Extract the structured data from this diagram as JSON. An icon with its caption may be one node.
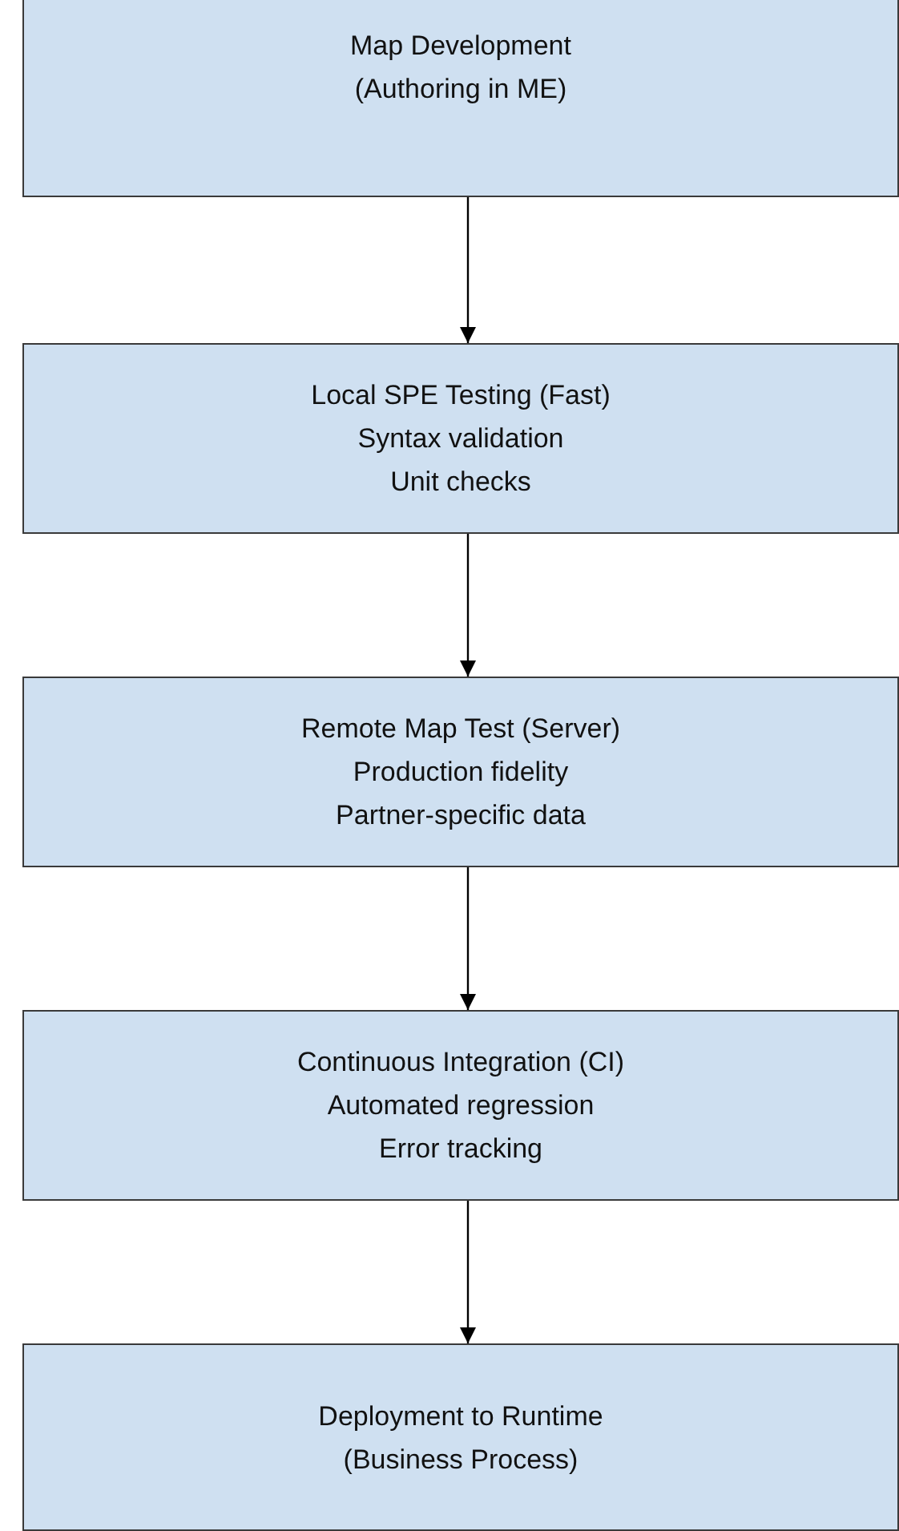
{
  "diagram": {
    "nodes": [
      {
        "text": [
          "Map Development",
          "(Authoring in ME)"
        ]
      },
      {
        "text": [
          "Local SPE Testing (Fast)",
          "Syntax validation",
          "Unit checks"
        ]
      },
      {
        "text": [
          "Remote Map Test (Server)",
          "Production fidelity",
          "Partner-specific data"
        ]
      },
      {
        "text": [
          "Continuous Integration (CI)",
          "Automated regression",
          "Error tracking"
        ]
      },
      {
        "text": [
          "Deployment to Runtime",
          "(Business Process)"
        ]
      }
    ],
    "edges": [
      {
        "from": 0,
        "to": 1,
        "arrow": "to"
      },
      {
        "from": 1,
        "to": 2,
        "arrow": "to"
      },
      {
        "from": 2,
        "to": 3,
        "arrow": "to"
      },
      {
        "from": 3,
        "to": 4,
        "arrow": "to"
      }
    ]
  }
}
